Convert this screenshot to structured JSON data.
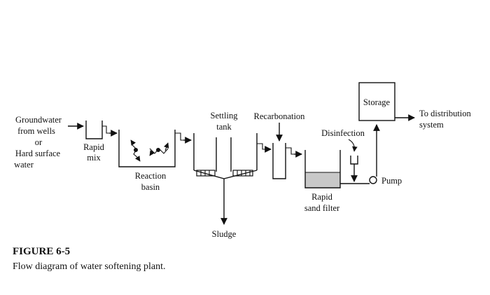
{
  "labels": {
    "source": [
      "Groundwater",
      "from wells",
      "or",
      "Hard surface",
      "water"
    ],
    "rapid_mix": [
      "Rapid",
      "mix"
    ],
    "reaction_basin": [
      "Reaction",
      "basin"
    ],
    "settling_tank": [
      "Settling",
      "tank"
    ],
    "recarbonation": "Recarbonation",
    "disinfection": "Disinfection",
    "storage": "Storage",
    "distribution": [
      "To distribution",
      "system"
    ],
    "rapid_sand_filter": [
      "Rapid",
      "sand filter"
    ],
    "pump": "Pump",
    "sludge": "Sludge"
  },
  "figure": {
    "title": "FIGURE 6-5",
    "caption": "Flow diagram of water softening plant."
  },
  "colors": {
    "line": "#111111",
    "filter_media": "#c8c8c8",
    "background": "#ffffff"
  }
}
